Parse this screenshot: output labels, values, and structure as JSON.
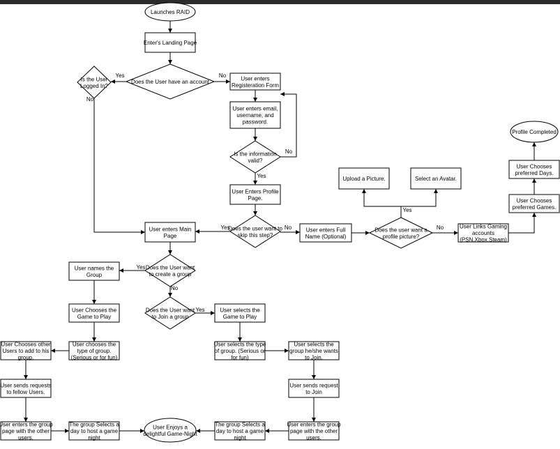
{
  "nodes": {
    "launch": [
      "Launches RAID"
    ],
    "landing": [
      "Enter's Landing Page"
    ],
    "have_account": [
      "Does the User have an account"
    ],
    "logged_in": [
      "Is the User",
      "Logged In?"
    ],
    "register": [
      "User enters",
      "Registeration Form"
    ],
    "enter_email": [
      "User enters email,",
      "username, and",
      "password."
    ],
    "info_valid": [
      "Is the information",
      "valid?"
    ],
    "profile_page": [
      "User Enters Profile",
      "Page."
    ],
    "skip_step": [
      "Does the user want to",
      "skip this step?"
    ],
    "main_page": [
      "User enters Main",
      "Page"
    ],
    "full_name": [
      "User enters Full",
      "Name (Optional)"
    ],
    "want_picture": [
      "Does the user want a",
      "profile picture?"
    ],
    "upload_picture": [
      "Upload a Picture."
    ],
    "select_avatar": [
      "Select an Avatar."
    ],
    "link_accounts": [
      "User Links Gaming",
      "accounts",
      "(PSN,Xbox,Steam)"
    ],
    "pref_games": [
      "User Chooses",
      "preferred Games."
    ],
    "pref_days": [
      "User Chooses",
      "preferred Days."
    ],
    "profile_done": [
      "Profile Completed"
    ],
    "create_group": [
      "Does the User want",
      "to create a group"
    ],
    "name_group": [
      "User names the",
      "Group"
    ],
    "join_group": [
      "Does the User want",
      "to Join a group"
    ],
    "choose_game": [
      "User Chooses the",
      "Game to Play"
    ],
    "select_game": [
      "User selects the",
      "Game to Play"
    ],
    "choose_type": [
      "User chooses the",
      "type of group.",
      "(Serious or for fun)"
    ],
    "select_type": [
      "User selects the type",
      "of group. (Serious or",
      "for fun)"
    ],
    "choose_users": [
      "User Chooses other",
      "Users to add to his",
      "group."
    ],
    "select_group": [
      "User selects the",
      "group he/she wants",
      "to Join."
    ],
    "send_requests": [
      "User sends requests",
      "to fellow Users."
    ],
    "send_request": [
      "User sends request",
      "to Join"
    ],
    "enter_group_left": [
      "User enters the group",
      "page with the other",
      "users."
    ],
    "enter_group_right": [
      "User enters the group",
      "page with the other",
      "users."
    ],
    "host_left": [
      "The group Selects a",
      "day to host a game",
      "night"
    ],
    "host_right": [
      "The group Selects a",
      "day to host a game",
      "night"
    ],
    "enjoy": [
      "User Enjoys a",
      "delightful Game-Night"
    ]
  },
  "edge_labels": {
    "account_yes": "Yes",
    "account_no": "No",
    "logged_no": "No",
    "valid_no": "No",
    "valid_yes": "Yes",
    "skip_yes": "Yes",
    "skip_no": "No",
    "picture_yes": "Yes",
    "picture_no": "No",
    "create_yes": "Yes",
    "create_no": "No",
    "join_yes": "Yes"
  }
}
